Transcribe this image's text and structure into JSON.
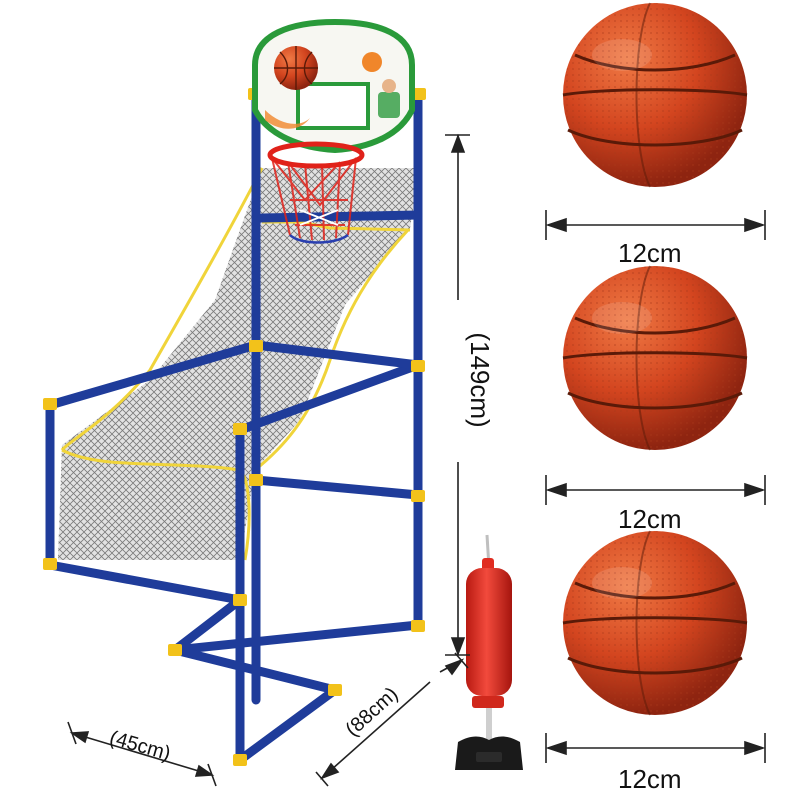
{
  "dimensions": {
    "ball_diameter_1": "12cm",
    "ball_diameter_2": "12cm",
    "ball_diameter_3": "12cm",
    "stand_height": "(149cm)",
    "stand_depth": "(88cm)",
    "stand_width": "(45cm)"
  },
  "items": {
    "basketball_count": 3,
    "ball_icon": "basketball-icon",
    "pump_icon": "hand-pump-icon"
  },
  "colors": {
    "frame": "#1f3c9a",
    "frame_joints": "#f2c21a",
    "ball": "#d3451f",
    "pump": "#e02c20",
    "net_trim": "#f0d43a",
    "backboard_border": "#2a9a3a"
  }
}
